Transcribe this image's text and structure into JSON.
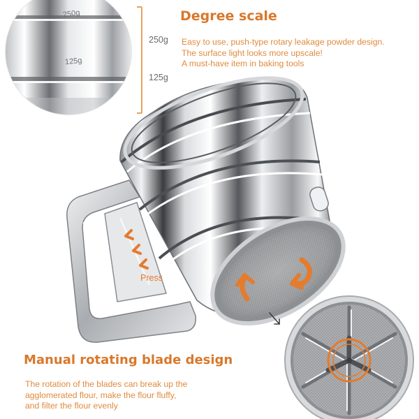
{
  "scale_section": {
    "title": "Degree scale",
    "lines": [
      "Easy to use, push-type rotary leakage powder design.",
      "The surface light looks more upscale!",
      "A must-have item in baking tools"
    ],
    "markers": [
      "250g",
      "125g"
    ],
    "engraved": [
      "250g",
      "125g"
    ]
  },
  "press_label": "Press",
  "blade_section": {
    "title": "Manual rotating blade design",
    "lines": [
      "The rotation of the blades can break up the",
      "agglomerated flour, make the flour fluffy,",
      "and filter the flour evenly"
    ]
  },
  "colors": {
    "accent": "#e57b2c",
    "heading": "#d9782b",
    "steel_light": "#f4f5f6",
    "steel_dark": "#2a2c2e"
  }
}
